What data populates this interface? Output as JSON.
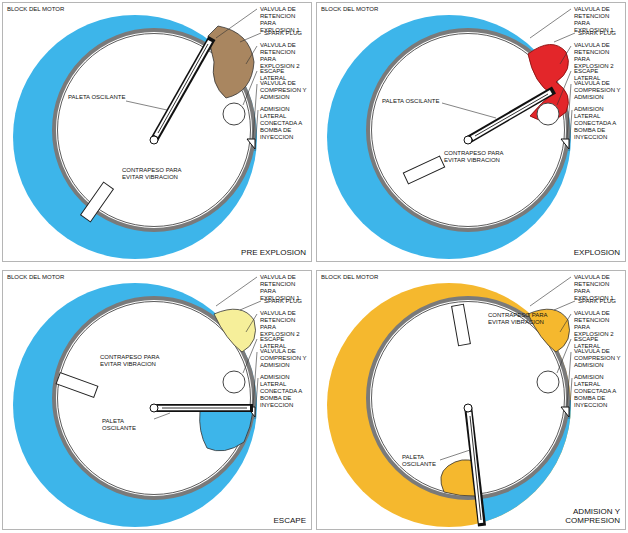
{
  "diagram": {
    "labels": [
      "BLOCK DEL MOTOR",
      "VALVULA DE RETENCION PARA EXPLOSION 1",
      "SPARK PLUG",
      "VALVULA DE RETENCION PARA EXPLOSION 2",
      "ESCAPE LATERAL",
      "VALVULA DE COMPRESION Y ADMISION",
      "ADMISION LATERAL CONECTADA A BOMBA DE INYECCION",
      "PALETA OSCILANTE",
      "CONTRAPESO PARA EVITAR VIBRACION",
      "PRE EXPLOSION",
      "BLOCK DEL MOTOR",
      "VALVULA DE RETENCION PARA EXPLOSION 1",
      "SPARK PLUG",
      "VALVULA DE RETENCION PARA EXPLOSION 2",
      "ESCAPE LATERAL",
      "VALVULA DE COMPRESION Y ADMISION",
      "ADMISION LATERAL CONECTADA A BOMBA DE INYECCION",
      "PALETA OSCILANTE",
      "CONTRAPESO PARA EVITAR VIBRACION",
      "EXPLOSION",
      "BLOCK DEL MOTOR",
      "VALVULA DE RETENCION PARA EXPLOSION 1",
      "SPARK PLUG",
      "VALVULA DE RETENCION PARA EXPLOSION 2",
      "ESCAPE LATERAL",
      "VALVULA DE COMPRESION Y ADMISION",
      "ADMISION LATERAL CONECTADA A BOMBA DE INYECCION",
      "PALETA OSCILANTE",
      "CONTRAPESO PARA EVITAR VIBRACION",
      "ESCAPE",
      "BLOCK DEL MOTOR",
      "VALVULA DE RETENCION PARA EXPLOSION 1",
      "SPARK PLUG",
      "VALVULA DE RETENCION PARA EXPLOSION 2",
      "ESCAPE LATERAL",
      "VALVULA DE COMPRESION Y ADMISION",
      "ADMISION LATERAL CONECTADA A BOMBA DE INYECCION",
      "PALETA OSCILANTE",
      "CONTRAPESO PARA EVITAR VIBRACION",
      "ADMISION Y COMPRESION"
    ]
  }
}
